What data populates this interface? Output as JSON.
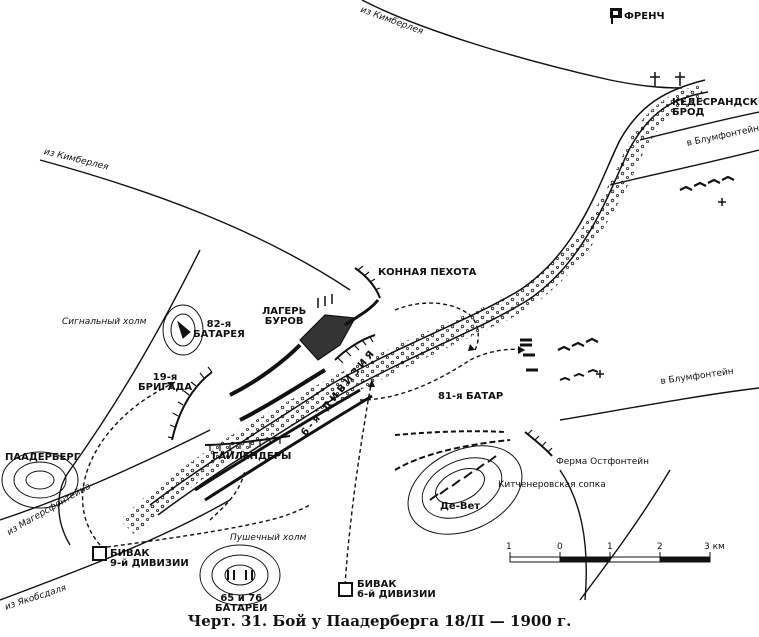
{
  "caption": "Черт. 31. Бой у Паадерберга 18/II — 1900 г.",
  "labels": {
    "french": "ФРЕНЧ",
    "from_kimberley_top": "из Кимберлея",
    "from_kimberley_left": "из Кимберлея",
    "kedesrand_ford": "КЕДЕСРАНДСКИЙ\nБРОД",
    "to_bloemfontein_1": "в Блумфонтейн",
    "to_bloemfontein_2": "в Блумфонтейн",
    "cavalry_infantry": "КОННАЯ ПЕХОТА",
    "boer_camp": "ЛАГЕРЬ\nБУРОВ",
    "signal_hill": "Сигнальный холм",
    "battery_82": "82-я\nБАТАРЕЯ",
    "brigade_19": "19-я\nБРИГАДА",
    "paardeberg": "ПААДЕРБЕРГ",
    "highlanders": "ГАЙЛЕНДЕРЫ",
    "div_6_river": "6-я ДИВИЗИЯ",
    "battery_81": "81-я БАТАР",
    "farm_ostfontein": "Ферма Остфонтейн",
    "kitchener_kopje": "Китченеровская сопка",
    "de_wet": "Де-Вет",
    "from_magersfontein": "из Магерсфонтейна",
    "from_jacobsdal": "из Якобсдаля",
    "bivouac_9": "БИВАК\n9-й ДИВИЗИИ",
    "gun_hill": "Пушечный холм",
    "battery_65_76": "65 и 76\nБАТАРЕИ",
    "bivouac_6": "БИВАК\n6-й ДИВИЗИИ"
  },
  "scale": {
    "ticks": [
      "1",
      "0",
      "1",
      "2",
      "3 км"
    ]
  }
}
